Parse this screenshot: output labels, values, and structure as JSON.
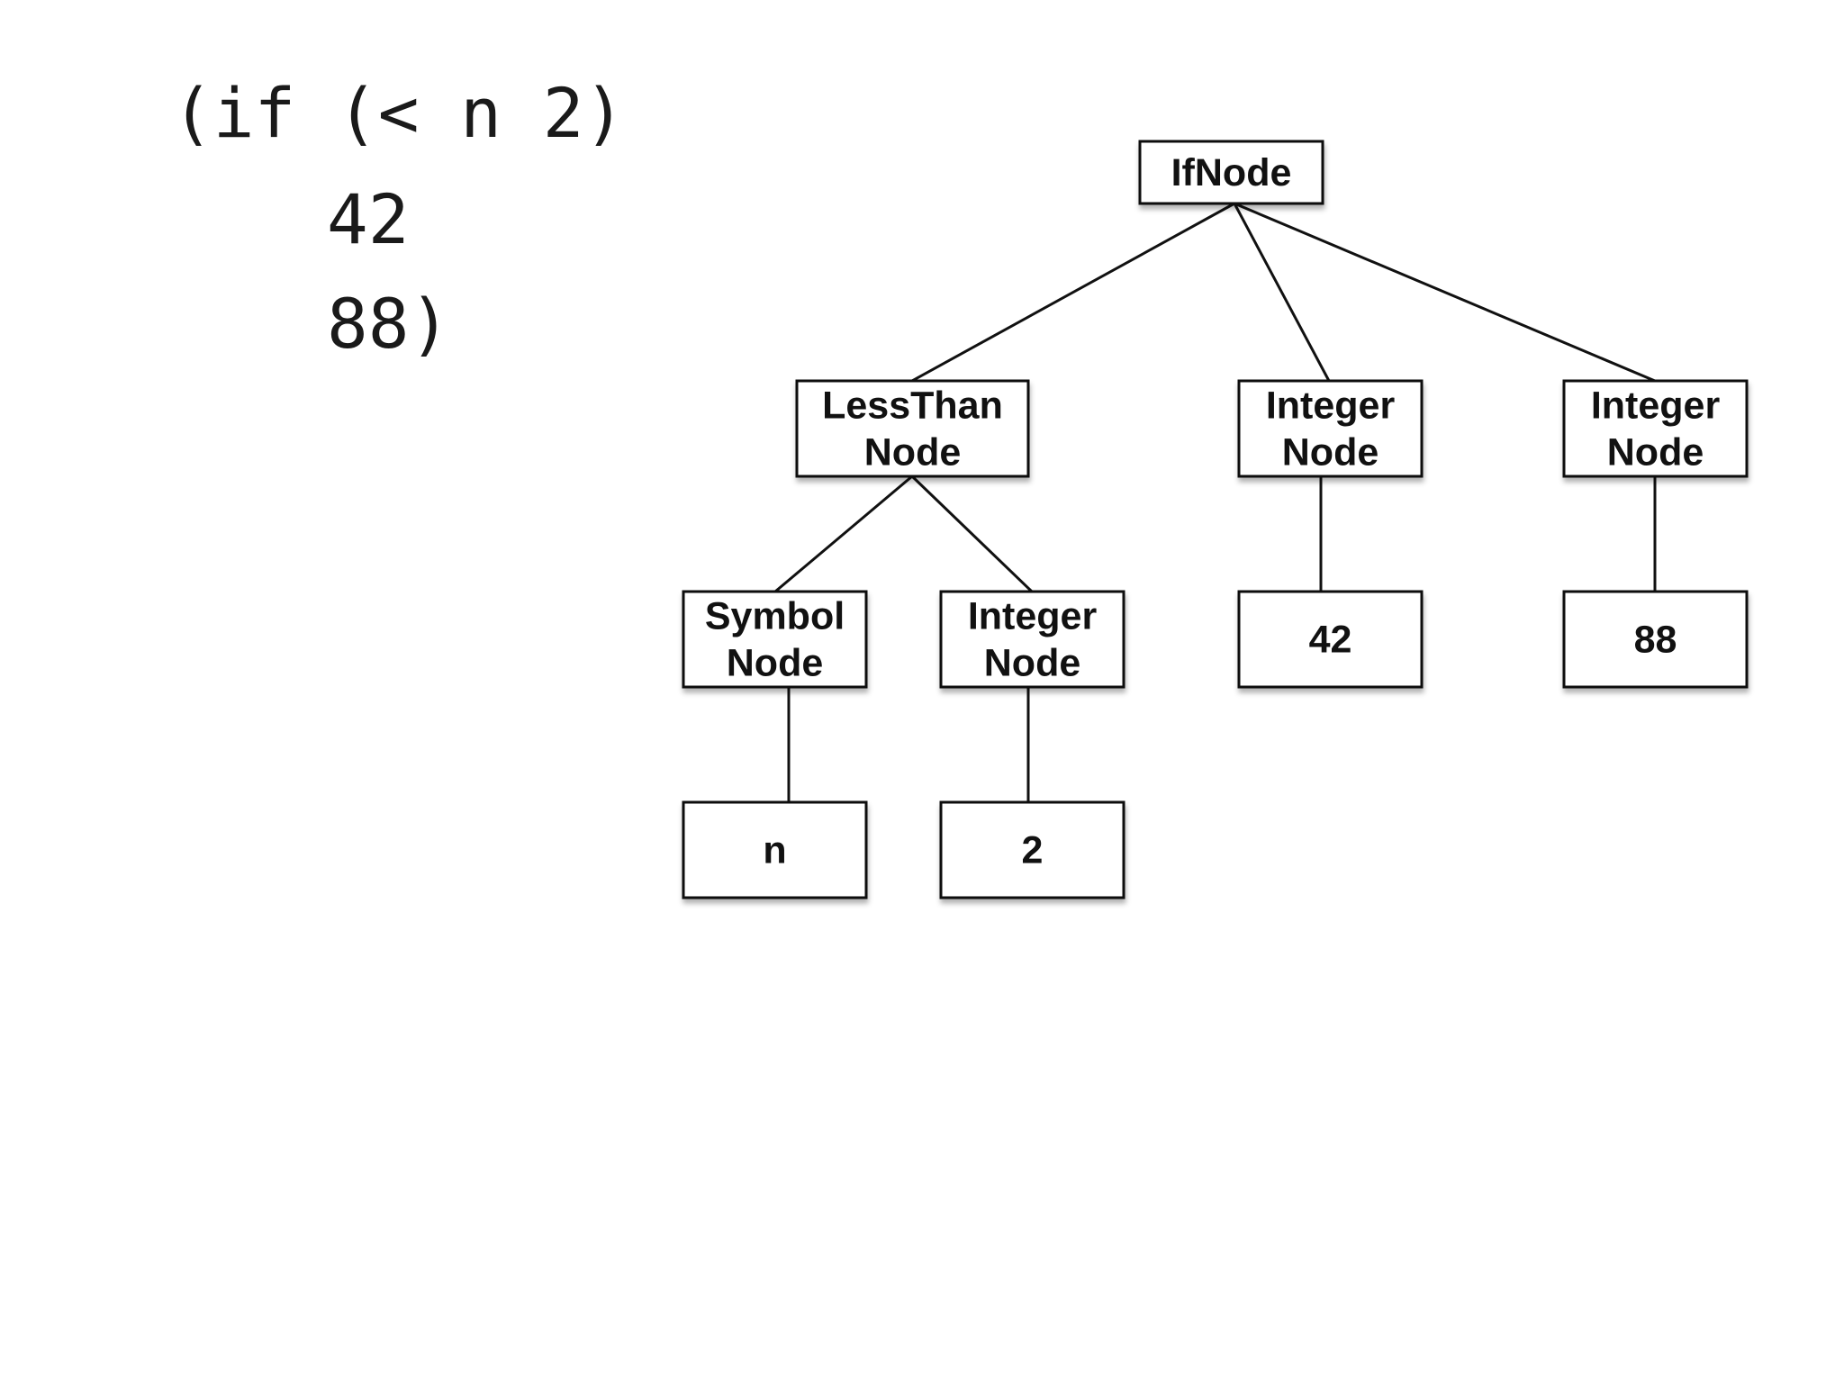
{
  "code": {
    "lines": [
      "(if (< n 2)",
      "42",
      "88)"
    ]
  },
  "tree": {
    "nodes": {
      "if_node": [
        "IfNode"
      ],
      "lessthan_node": [
        "LessThan",
        "Node"
      ],
      "integer_node_42": [
        "Integer",
        "Node"
      ],
      "integer_node_88": [
        "Integer",
        "Node"
      ],
      "symbol_node": [
        "Symbol",
        "Node"
      ],
      "integer_node_2": [
        "Integer",
        "Node"
      ],
      "value_42": [
        "42"
      ],
      "value_88": [
        "88"
      ],
      "value_n": [
        "n"
      ],
      "value_2": [
        "2"
      ]
    },
    "edges": [
      [
        "if_node",
        "lessthan_node"
      ],
      [
        "if_node",
        "integer_node_42"
      ],
      [
        "if_node",
        "integer_node_88"
      ],
      [
        "lessthan_node",
        "symbol_node"
      ],
      [
        "lessthan_node",
        "integer_node_2"
      ],
      [
        "integer_node_42",
        "value_42"
      ],
      [
        "integer_node_88",
        "value_88"
      ],
      [
        "symbol_node",
        "value_n"
      ],
      [
        "integer_node_2",
        "value_2"
      ]
    ]
  },
  "colors": {
    "stroke": "#111111",
    "text": "#111111",
    "background": "#ffffff"
  }
}
